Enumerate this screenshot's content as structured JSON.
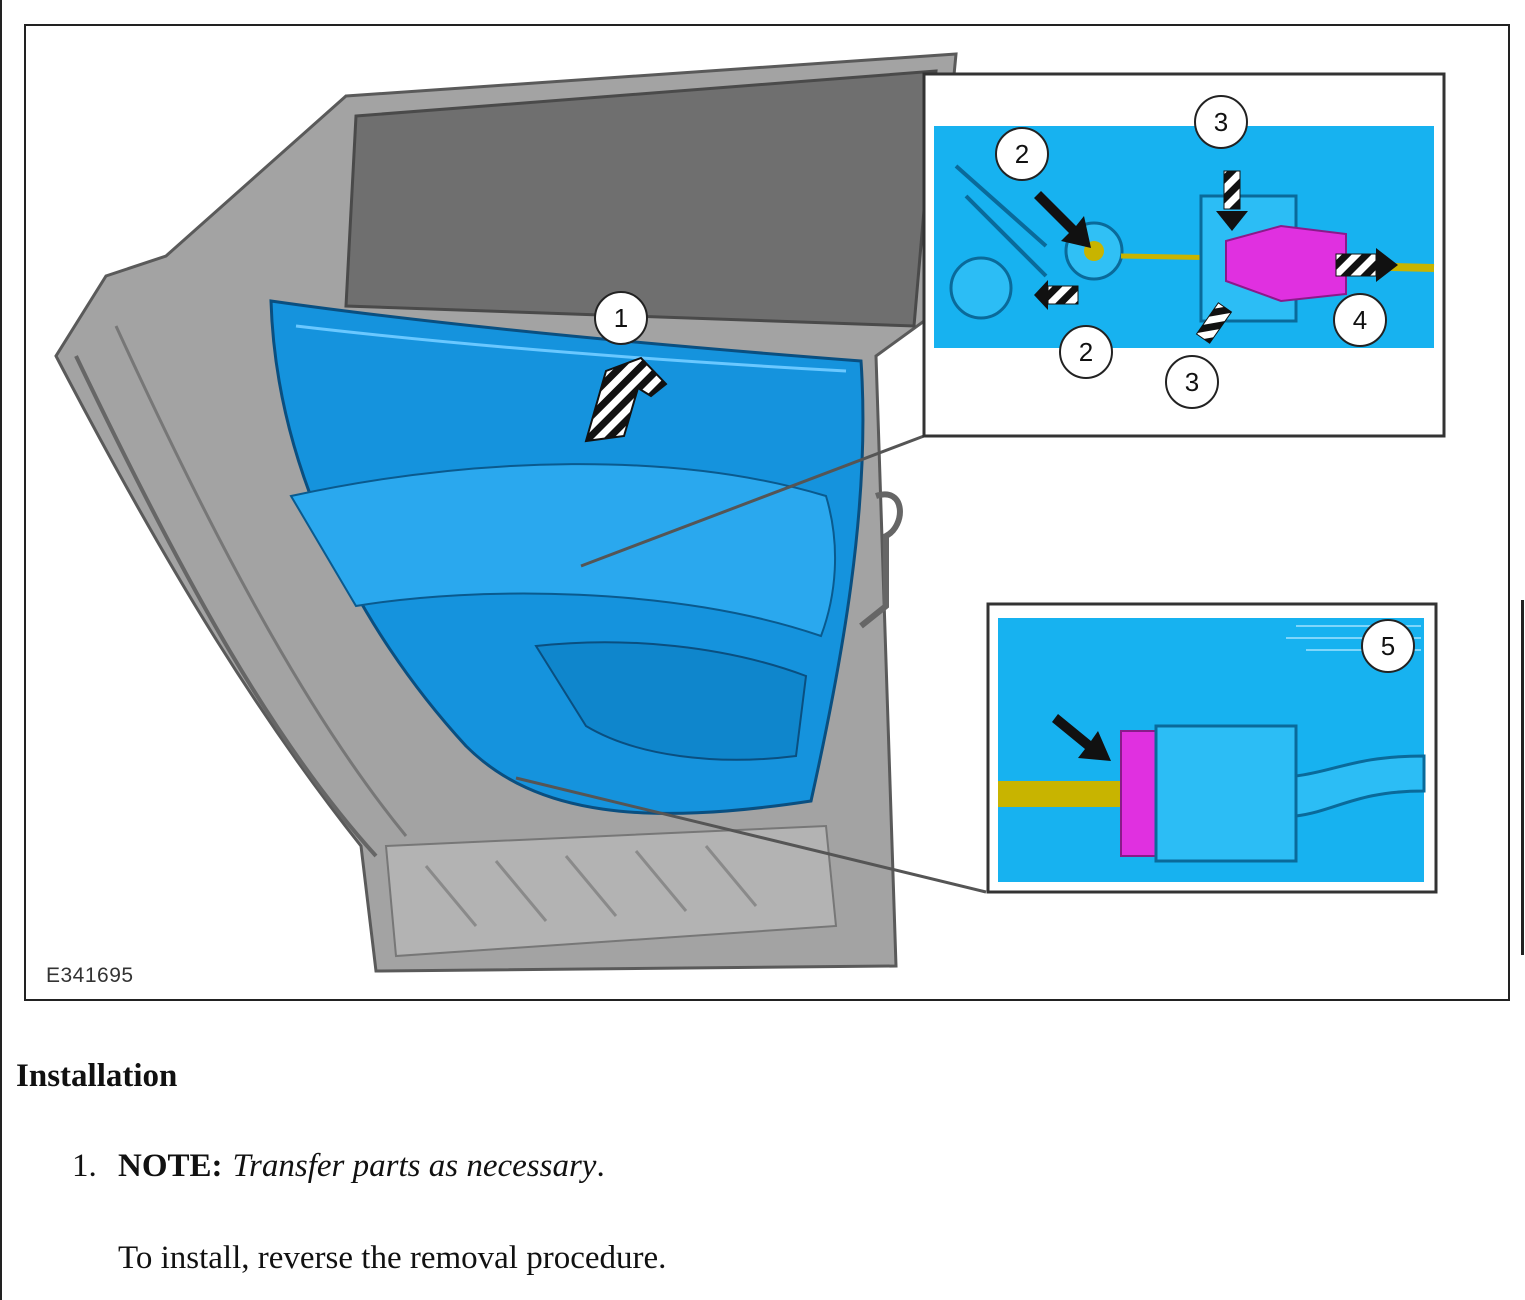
{
  "figure": {
    "id_label": "E341695",
    "callouts": [
      "1",
      "2",
      "2",
      "3",
      "3",
      "4",
      "5"
    ],
    "colors": {
      "trim_panel": "#1496e0",
      "door_frame": "#9a9a9a",
      "inset_background": "#17b2f0",
      "connector": "#e030e0",
      "cable": "#c8b400"
    }
  },
  "section": {
    "heading": "Installation"
  },
  "steps": [
    {
      "number": "1.",
      "note_label": "NOTE:",
      "note_text": "Transfer parts as necessary",
      "note_punct": ".",
      "instruction": "To install, reverse the removal procedure."
    }
  ]
}
